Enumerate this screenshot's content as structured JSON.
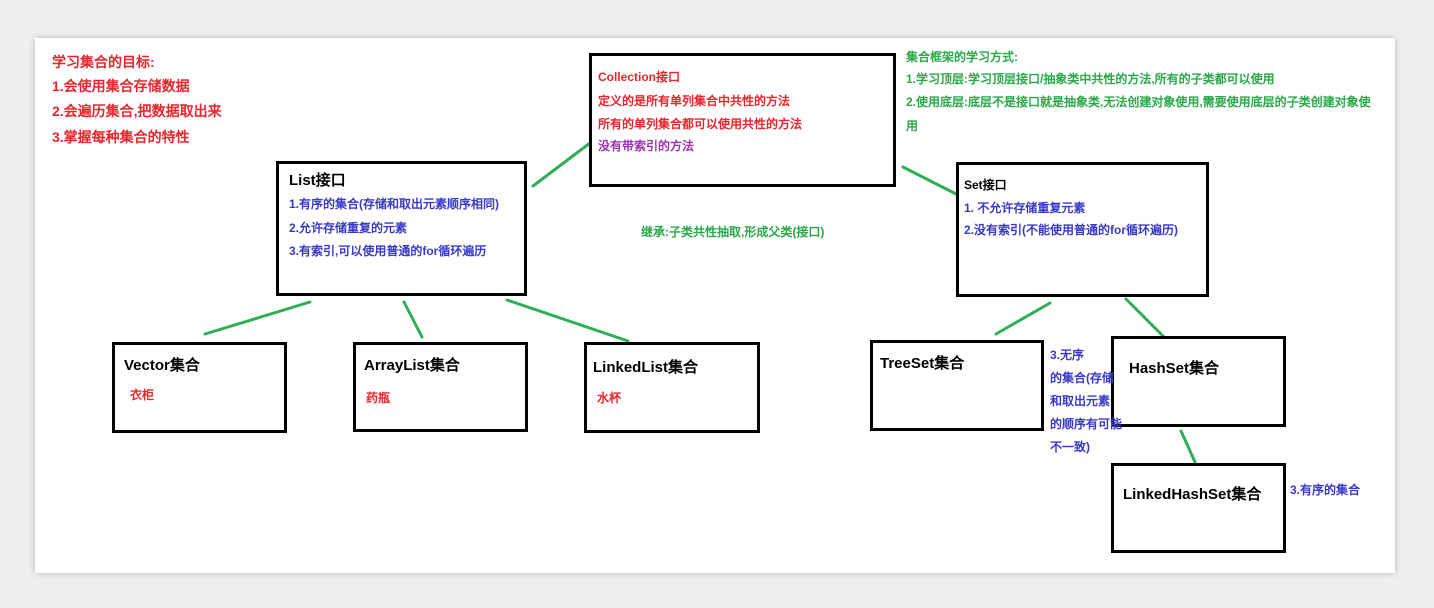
{
  "goals": {
    "title": "学习集合的目标:",
    "items": [
      "1.会使用集合存储数据",
      "2.会遍历集合,把数据取出来",
      "3.掌握每种集合的特性"
    ]
  },
  "learning_method": {
    "title": "集合框架的学习方式:",
    "lines": [
      "1.学习顶层:学习顶层接口/抽象类中共性的方法,所有的子类都可以使用",
      "2.使用底层:底层不是接口就是抽象类,无法创建对象使用,需要使用底层的子类创建对象使",
      "用"
    ]
  },
  "inheritance_note": "继承:子类共性抽取,形成父类(接口)",
  "collection": {
    "title": "Collection接口",
    "lines": [
      "定义的是所有单列集合中共性的方法",
      "所有的单列集合都可以使用共性的方法",
      "没有带索引的方法"
    ]
  },
  "list": {
    "title": "List接口",
    "lines": [
      "1.有序的集合(存储和取出元素顺序相同)",
      "2.允许存储重复的元素",
      "3.有索引,可以使用普通的for循环遍历"
    ]
  },
  "set": {
    "title": "Set接口",
    "lines": [
      "1. 不允许存储重复元素",
      "2.没有索引(不能使用普通的for循环遍历)"
    ]
  },
  "vector": {
    "title": "Vector集合",
    "note": "衣柜"
  },
  "arraylist": {
    "title": "ArrayList集合",
    "note": "药瓶"
  },
  "linkedlist": {
    "title": "LinkedList集合",
    "note": "水杯"
  },
  "treeset": {
    "title": "TreeSet集合"
  },
  "hashset": {
    "title": "HashSet集合"
  },
  "linkedhashset": {
    "title": "LinkedHashSet集合"
  },
  "unordered_note": {
    "lines": [
      "3.无序",
      "的集合(存储",
      "和取出元素",
      "的顺序有可能",
      "不一致)"
    ]
  },
  "ordered_note": "3.有序的集合",
  "colors": {
    "red": "#e8262d",
    "blue": "#3a3ac8",
    "green": "#2aa84a",
    "purple": "#9b35b0",
    "border": "#000000",
    "connector": "#2fae55"
  }
}
